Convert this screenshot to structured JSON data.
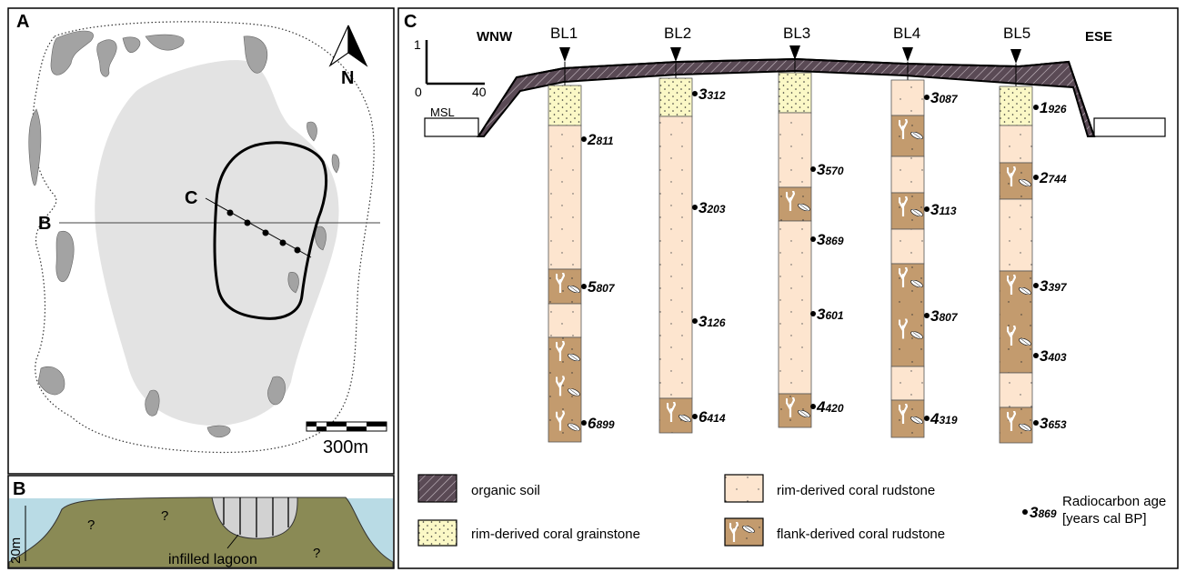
{
  "panels": {
    "a": "A",
    "b": "B",
    "c": "C"
  },
  "map": {
    "north": "N",
    "scale": "300m",
    "transect_c": "C",
    "transect_b": "B",
    "colors": {
      "reef_flat": "#a3a3a3",
      "lagoon": "#e3e3e3"
    }
  },
  "section_b": {
    "depth": "20m",
    "infilled_lagoon": "infilled lagoon",
    "question": "?",
    "colors": {
      "sea": "#b9dbe5",
      "reef": "#8a8a55",
      "infill": "#d2d2d2"
    }
  },
  "section_c": {
    "direction_left": "WNW",
    "direction_right": "ESE",
    "msl": "MSL",
    "scale_v": "1",
    "scale_h0": "0",
    "scale_h": "40",
    "cores": [
      {
        "name": "BL1",
        "ages": [
          [
            "2",
            "811"
          ],
          [
            "5",
            "807"
          ],
          [
            "6",
            "899"
          ]
        ]
      },
      {
        "name": "BL2",
        "ages": [
          [
            "3",
            "312"
          ],
          [
            "3",
            "203"
          ],
          [
            "3",
            "126"
          ],
          [
            "6",
            "414"
          ]
        ]
      },
      {
        "name": "BL3",
        "ages": [
          [
            "3",
            "570"
          ],
          [
            "3",
            "869"
          ],
          [
            "3",
            "601"
          ],
          [
            "4",
            "420"
          ]
        ]
      },
      {
        "name": "BL4",
        "ages": [
          [
            "3",
            "087"
          ],
          [
            "3",
            "113"
          ],
          [
            "3",
            "807"
          ],
          [
            "4",
            "319"
          ]
        ]
      },
      {
        "name": "BL5",
        "ages": [
          [
            "1",
            "926"
          ],
          [
            "2",
            "744"
          ],
          [
            "3",
            "397"
          ],
          [
            "3",
            "403"
          ],
          [
            "3",
            "653"
          ]
        ]
      }
    ]
  },
  "legend": {
    "organic_soil": "organic soil",
    "grainstone": "rim-derived coral grainstone",
    "rim_rudstone": "rim-derived coral rudstone",
    "flank_rudstone": "flank-derived coral rudstone",
    "radiocarbon_example": [
      "3",
      "869"
    ],
    "radiocarbon_line1": "Radiocarbon age",
    "radiocarbon_line2": "[years cal BP]",
    "colors": {
      "soil": "#5a4a55",
      "grainstone": "#fbf8c6",
      "rim": "#fde5cf",
      "flank": "#c39b6e"
    }
  }
}
